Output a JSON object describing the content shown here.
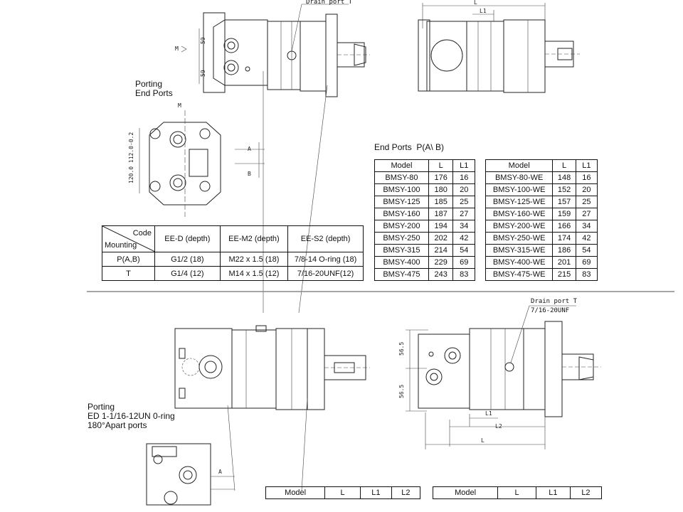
{
  "labels": {
    "drain_port_top": "Drain port T",
    "l_top": "L",
    "l1_top": "L1",
    "porting_end": "Porting\nEnd Ports",
    "m_label": "M",
    "m_label2": "M",
    "a_label": "A",
    "b_label": "B",
    "a_label2": "A",
    "dim_59a": "59",
    "dim_59b": "59",
    "dim_vertical": "120.0  112.0-0.2",
    "end_ports_title": "End Ports  P(A\\ B)",
    "drain_port_bottom": "Drain port T",
    "drain_thread": "7/16-20UNF",
    "dim_565a": "56.5",
    "dim_565b": "56.5",
    "l1_bottom": "L1",
    "l2_bottom": "L2",
    "l_bottom": "L",
    "porting_ed": "Porting\nED 1-1/16-12UN 0-ring\n180°Apart ports"
  },
  "code_table": {
    "header_code": "Code",
    "header_mounting": "Mounting",
    "columns": [
      "EE-D (depth)",
      "EE-M2 (depth)",
      "EE-S2 (depth)"
    ],
    "rows": [
      {
        "mount": "P(A,B)",
        "c1": "G1/2  (18)",
        "c2": "M22 x 1.5  (18)",
        "c3": "7/8-14 O-ring (18)"
      },
      {
        "mount": "T",
        "c1": "G1/4  (12)",
        "c2": "M14 x 1.5  (12)",
        "c3": "7/16-20UNF(12)"
      }
    ]
  },
  "end_ports_left": {
    "headers": [
      "Model",
      "L",
      "L1"
    ],
    "rows": [
      [
        "BMSY-80",
        "176",
        "16"
      ],
      [
        "BMSY-100",
        "180",
        "20"
      ],
      [
        "BMSY-125",
        "185",
        "25"
      ],
      [
        "BMSY-160",
        "187",
        "27"
      ],
      [
        "BMSY-200",
        "194",
        "34"
      ],
      [
        "BMSY-250",
        "202",
        "42"
      ],
      [
        "BMSY-315",
        "214",
        "54"
      ],
      [
        "BMSY-400",
        "229",
        "69"
      ],
      [
        "BMSY-475",
        "243",
        "83"
      ]
    ]
  },
  "end_ports_right": {
    "headers": [
      "Model",
      "L",
      "L1"
    ],
    "rows": [
      [
        "BMSY-80-WE",
        "148",
        "16"
      ],
      [
        "BMSY-100-WE",
        "152",
        "20"
      ],
      [
        "BMSY-125-WE",
        "157",
        "25"
      ],
      [
        "BMSY-160-WE",
        "159",
        "27"
      ],
      [
        "BMSY-200-WE",
        "166",
        "34"
      ],
      [
        "BMSY-250-WE",
        "174",
        "42"
      ],
      [
        "BMSY-315-WE",
        "186",
        "54"
      ],
      [
        "BMSY-400-WE",
        "201",
        "69"
      ],
      [
        "BMSY-475-WE",
        "215",
        "83"
      ]
    ]
  },
  "bottom_table_left": {
    "headers": [
      "Model",
      "L",
      "L1",
      "L2"
    ]
  },
  "bottom_table_right": {
    "headers": [
      "Model",
      "L",
      "L1",
      "L2"
    ]
  }
}
